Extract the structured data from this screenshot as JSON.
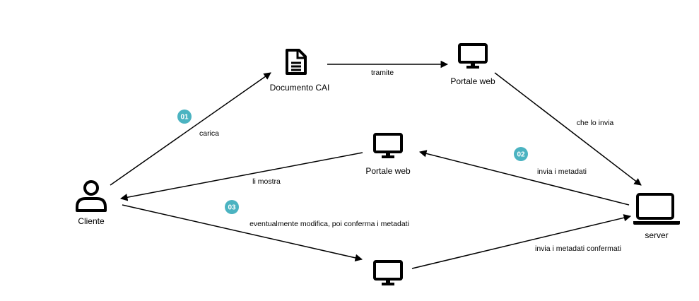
{
  "nodes": {
    "cliente": {
      "label": "Cliente",
      "icon": "user-icon"
    },
    "documento": {
      "label": "Documento CAI",
      "icon": "document-icon"
    },
    "portale_top": {
      "label": "Portale web",
      "icon": "monitor-icon"
    },
    "portale_mid": {
      "label": "Portale web",
      "icon": "monitor-icon"
    },
    "portale_bottom": {
      "label": "",
      "icon": "monitor-icon"
    },
    "server": {
      "label": "server",
      "icon": "laptop-icon"
    }
  },
  "edges": {
    "carica": "carica",
    "tramite": "tramite",
    "che_lo_invia": "che lo invia",
    "invia_metadati": "invia i metadati",
    "li_mostra": "li mostra",
    "modifica": "eventualmente modifica, poi conferma i metadati",
    "confermati": "invia i metadati confermati"
  },
  "steps": {
    "s1": "01",
    "s2": "02",
    "s3": "03"
  },
  "colors": {
    "badge": "#4bb3c1",
    "line": "#000000"
  }
}
